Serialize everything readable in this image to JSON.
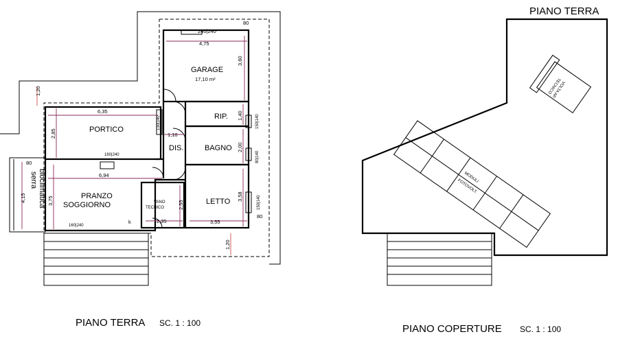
{
  "header": {
    "plan_title": "PIANO TERRA"
  },
  "captions": {
    "ground_floor": {
      "title": "PIANO TERRA",
      "scale": "SC. 1 : 100"
    },
    "roof": {
      "title": "PIANO COPERTURE",
      "scale": "SC. 1 : 100"
    }
  },
  "rooms": {
    "garage": "GARAGE",
    "garage_area": "17,10 m²",
    "rip": "RIP.",
    "portico": "PORTICO",
    "bagno": "BAGNO",
    "dis": "DIS.",
    "pranzo": "PRANZO",
    "soggiorno": "SOGGIORNO",
    "letto": "LETTO",
    "vano": "VANO",
    "tecnico": "TECNICO",
    "serra": "serra",
    "bioclimatica": "bioclimatica",
    "k": "k"
  },
  "dimensions": {
    "d_240_240_top": "240|240",
    "d_80_top": "80",
    "d_475": "4,75",
    "d_360": "3,60",
    "d_120_left": "1,20",
    "d_635": "6,35",
    "d_285": "2,85",
    "d_140_rip": "1,40",
    "d_150_140_a": "150|140",
    "d_110": "1,10",
    "d_130_140": "130|140",
    "d_200": "2,00",
    "d_80_140": "80|140",
    "d_160_240_mid": "160|240",
    "d_80_left": "80",
    "d_694": "6,94",
    "d_415": "4,15",
    "d_375": "3,75",
    "d_358": "3,58",
    "d_255": "2,55",
    "d_150_140_b": "150|140",
    "d_80_right": "80",
    "d_235": "2,35",
    "d_355": "3,55",
    "d_160_240_bot": "160|240",
    "d_120_bot": "1,20"
  },
  "roof": {
    "solar_label_1": "MODULI",
    "solar_label_2": "FOTOVOLT.",
    "unit_label_1": "VOLTA AP.",
    "unit_label_2": "TECNICO"
  }
}
